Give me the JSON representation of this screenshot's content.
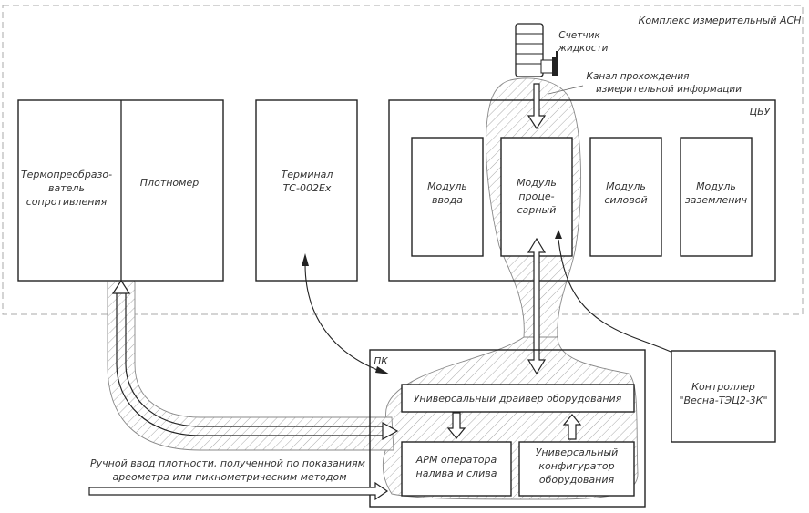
{
  "diagram": {
    "complex_title": "Комплекс измерительный АСН",
    "flow_meter": {
      "label_line1": "Счетчик",
      "label_line2": "жидкости",
      "icon": "flow-meter-icon"
    },
    "channel_label": {
      "line1": "Канал прохождения",
      "line2": "измерительной информации"
    },
    "left_block": {
      "thermo": {
        "line1": "Термопреобразо-",
        "line2": "ватель",
        "line3": "сопротивления"
      },
      "densimeter": "Плотномер"
    },
    "terminal": {
      "line1": "Терминал",
      "line2": "ТС-002Ex"
    },
    "cbu": {
      "title": "ЦБУ",
      "modules": [
        {
          "line1": "Модуль",
          "line2": "ввода",
          "line3": ""
        },
        {
          "line1": "Модуль",
          "line2": "проце-",
          "line3": "сарный"
        },
        {
          "line1": "Модуль",
          "line2": "силовой",
          "line3": ""
        },
        {
          "line1": "Модуль",
          "line2": "заземленич",
          "line3": ""
        }
      ]
    },
    "pc": {
      "title": "ПК",
      "driver": "Универсальный драйвер оборудования",
      "arm": {
        "line1": "АРМ оператора",
        "line2": "налива и слива"
      },
      "configurator": {
        "line1": "Универсальный",
        "line2": "конфигуратор",
        "line3": "оборудования"
      }
    },
    "controller": {
      "line1": "Контроллер",
      "line2": "\"Весна-ТЭЦ2-3К\""
    },
    "manual_input": {
      "line1": "Ручной ввод плотности, полученной по показаниям",
      "line2": "ареометра или пикнометрическим методом"
    }
  }
}
